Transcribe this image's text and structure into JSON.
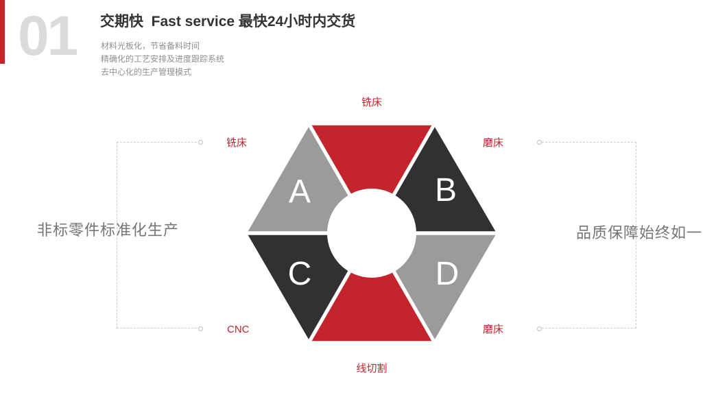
{
  "colors": {
    "red": "#c4242b",
    "dark": "#313131",
    "gray": "#9b9b9b",
    "light": "#dbdbdb",
    "caption": "#757575",
    "muted": "#8f8f8f",
    "heading": "#333333",
    "dash": "#cccccc"
  },
  "header": {
    "index": "01",
    "title": "交期快  Fast service 最快24小时内交货",
    "bullets": [
      "材料光板化，节省备料时间",
      "精确化的工艺安排及进度跟踪系统",
      "去中心化的生产管理模式"
    ]
  },
  "left_caption": "非标零件标准化生产",
  "right_caption": "品质保障始终如一",
  "diagram": {
    "labels": {
      "top": "铣床",
      "left_top": "铣床",
      "right_top": "磨床",
      "left_bottom": "CNC",
      "right_bottom": "磨床",
      "bottom": "线切割"
    },
    "letters": {
      "top_left": "A",
      "top_right": "B",
      "bottom_left": "C",
      "bottom_right": "D"
    }
  }
}
